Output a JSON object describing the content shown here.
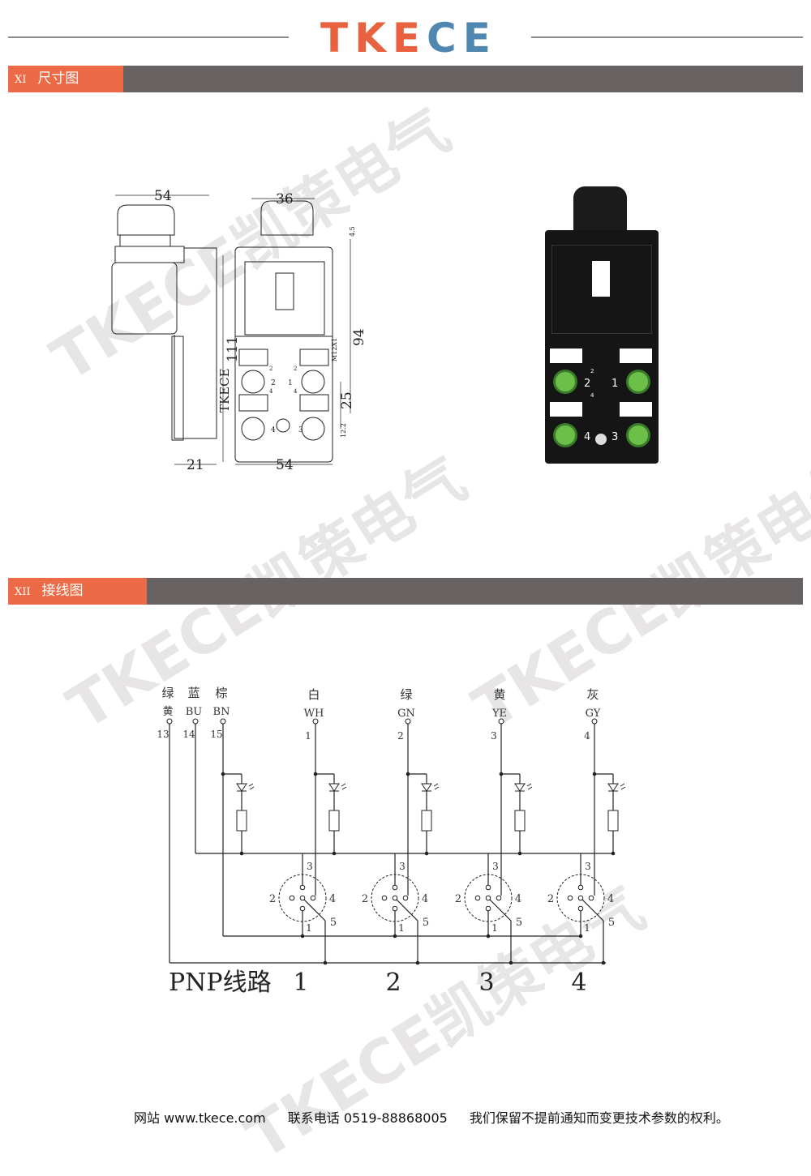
{
  "logo": "TKECE",
  "watermark": "TKECE凯策电气",
  "sections": [
    {
      "num": "XI",
      "title": "尺寸图"
    },
    {
      "num": "XII",
      "title": "接线图"
    }
  ],
  "drawing": {
    "dims": {
      "side_width": "54",
      "top_width": "36",
      "height": "111",
      "inner_height": "94",
      "pitch": "25",
      "offset": "12.2",
      "depth": "21",
      "front_width": "54",
      "small": "4.5",
      "thread": "M12X1",
      "brand": "TKECE"
    },
    "port_pins": [
      "2",
      "4",
      "2",
      "4"
    ],
    "port_numbers": [
      "1",
      "2",
      "3",
      "4"
    ]
  },
  "photo": {
    "port_numbers": [
      "2",
      "1",
      "4",
      "3"
    ],
    "pin_labels": [
      "2",
      "4"
    ]
  },
  "wiring": {
    "terminals": [
      {
        "cn": "绿",
        "code": "黄",
        "num": "13"
      },
      {
        "cn": "蓝",
        "code": "BU",
        "num": "14"
      },
      {
        "cn": "棕",
        "code": "BN",
        "num": "15"
      }
    ],
    "channels": [
      {
        "cn": "白",
        "code": "WH",
        "num": "1"
      },
      {
        "cn": "绿",
        "code": "GN",
        "num": "2"
      },
      {
        "cn": "黄",
        "code": "YE",
        "num": "3"
      },
      {
        "cn": "灰",
        "code": "GY",
        "num": "4"
      }
    ],
    "connector_pins": [
      "1",
      "2",
      "3",
      "4",
      "5"
    ],
    "title": "PNP线路",
    "connector_labels": [
      "1",
      "2",
      "3",
      "4"
    ]
  },
  "footer": {
    "website": "网站 www.tkece.com",
    "phone": "联系电话 0519-88868005",
    "notice": "我们保留不提前通知而变更技术参数的权利。"
  }
}
